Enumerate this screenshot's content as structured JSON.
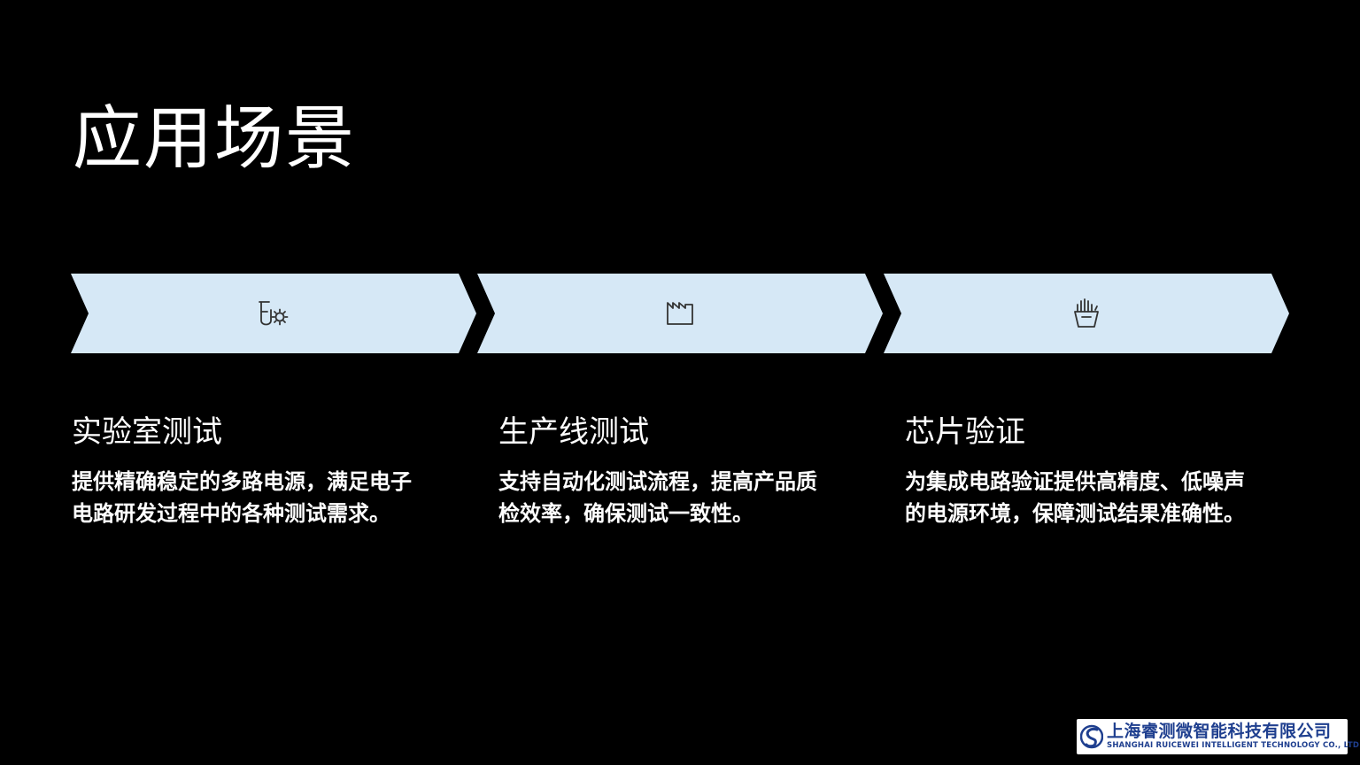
{
  "title": "应用场景",
  "colors": {
    "background": "#000000",
    "chevron_fill": "#d6e8f6",
    "icon_stroke": "#333333",
    "text": "#ffffff",
    "logo_blue": "#1f3f8f"
  },
  "scenarios": [
    {
      "icon": "lab-flask-gear-icon",
      "heading": "实验室测试",
      "lines": [
        "提供精确稳定的多路电源，满足电子",
        "电路研发过程中的各种测试需求。"
      ]
    },
    {
      "icon": "factory-icon",
      "heading": "生产线测试",
      "lines": [
        "支持自动化测试流程，提高产品质",
        "检效率，确保测试一致性。"
      ]
    },
    {
      "icon": "chip-hand-icon",
      "heading": "芯片验证",
      "lines": [
        "为集成电路验证提供高精度、低噪声",
        "的电源环境，保障测试结果准确性。"
      ]
    }
  ],
  "logo": {
    "name_cn": "上海睿测微智能科技有限公司",
    "name_en": "SHANGHAI RUICEWEI INTELLIGENT TECHNOLOGY CO., LTD"
  }
}
